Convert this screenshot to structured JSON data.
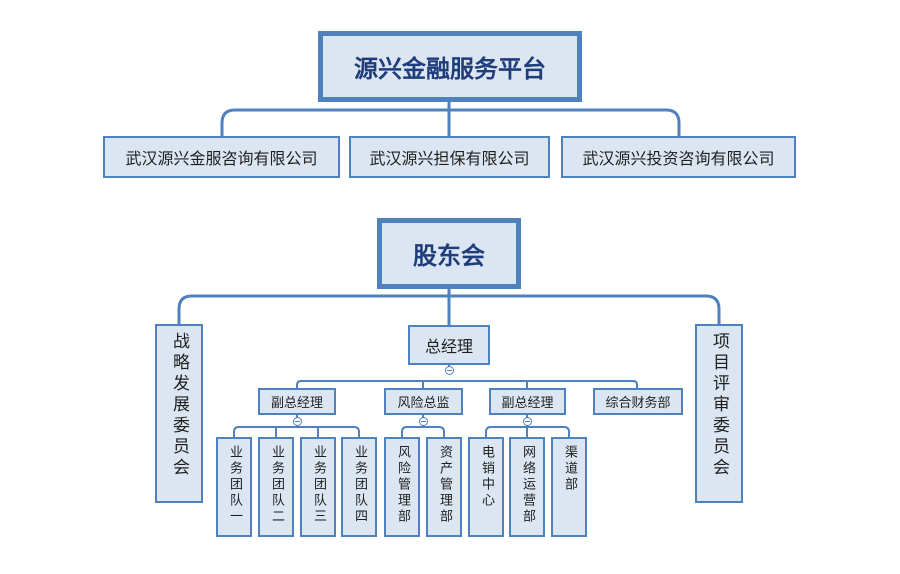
{
  "colors": {
    "border": "#4f81bd",
    "fill": "#dce6f2",
    "title_text": "#1f3d7a"
  },
  "platform": {
    "title": "源兴金融服务平台",
    "companies": [
      "武汉源兴金服咨询有限公司",
      "武汉源兴担保有限公司",
      "武汉源兴投资咨询有限公司"
    ]
  },
  "org": {
    "shareholders": "股东会",
    "strategy_committee": "战略发展委员会",
    "project_committee": "项目评审委员会",
    "gm": "总经理",
    "deputy_gm_1": {
      "label": "副总经理",
      "teams": [
        "业务团队一",
        "业务团队二",
        "业务团队三",
        "业务团队四"
      ]
    },
    "risk_director": {
      "label": "风险总监",
      "units": [
        "风险管理部",
        "资产管理部"
      ]
    },
    "deputy_gm_2": {
      "label": "副总经理",
      "units": [
        "电销中心",
        "网络运营部",
        "渠道部"
      ]
    },
    "finance": "综合财务部"
  }
}
